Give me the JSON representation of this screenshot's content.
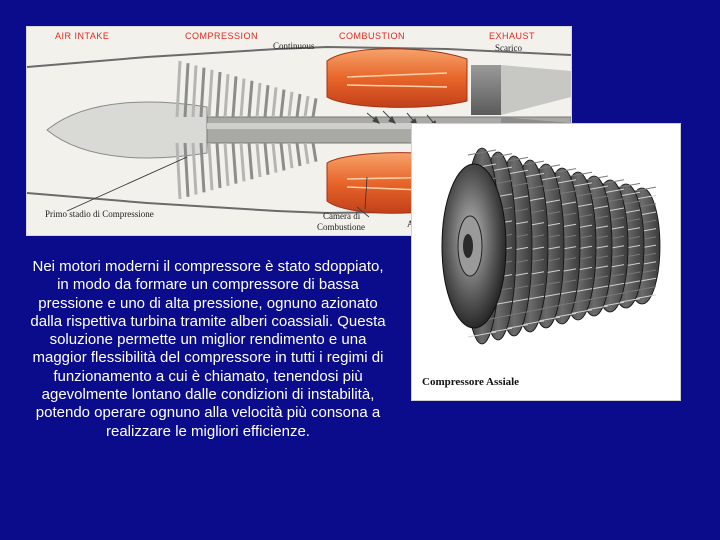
{
  "diagram": {
    "section_labels": {
      "air_intake": "AIR INTAKE",
      "compression": "COMPRESSION",
      "combustion": "COMBUSTION",
      "exhaust": "EXHAUST"
    },
    "sub_labels": {
      "continuous": "Continuous",
      "scarico": "Scarico"
    },
    "callouts": {
      "primo_stadio": "Primo stadio di Compressione",
      "camera_line1": "Camera di",
      "camera_line2": "Combustione",
      "edge_letter": "A"
    },
    "colors": {
      "label_red": "#e8261a",
      "combustor_orange": "#e8652a",
      "background_blue": "#0b0c8c"
    }
  },
  "photo": {
    "caption": "Compressore Assiale"
  },
  "body": {
    "text": "Nei motori moderni il compressore è stato sdoppiato, in modo da formare un compressore di bassa pressione e uno di alta pressione, ognuno azionato dalla rispettiva turbina tramite alberi coassiali. Questa soluzione permette un miglior rendimento e una maggior flessibilità del compressore in tutti i regimi di funzionamento a cui è chiamato, tenendosi più agevolmente lontano dalle condizioni di instabilità, potendo operare ognuno alla velocità più consona a realizzare le migliori efficienze."
  }
}
